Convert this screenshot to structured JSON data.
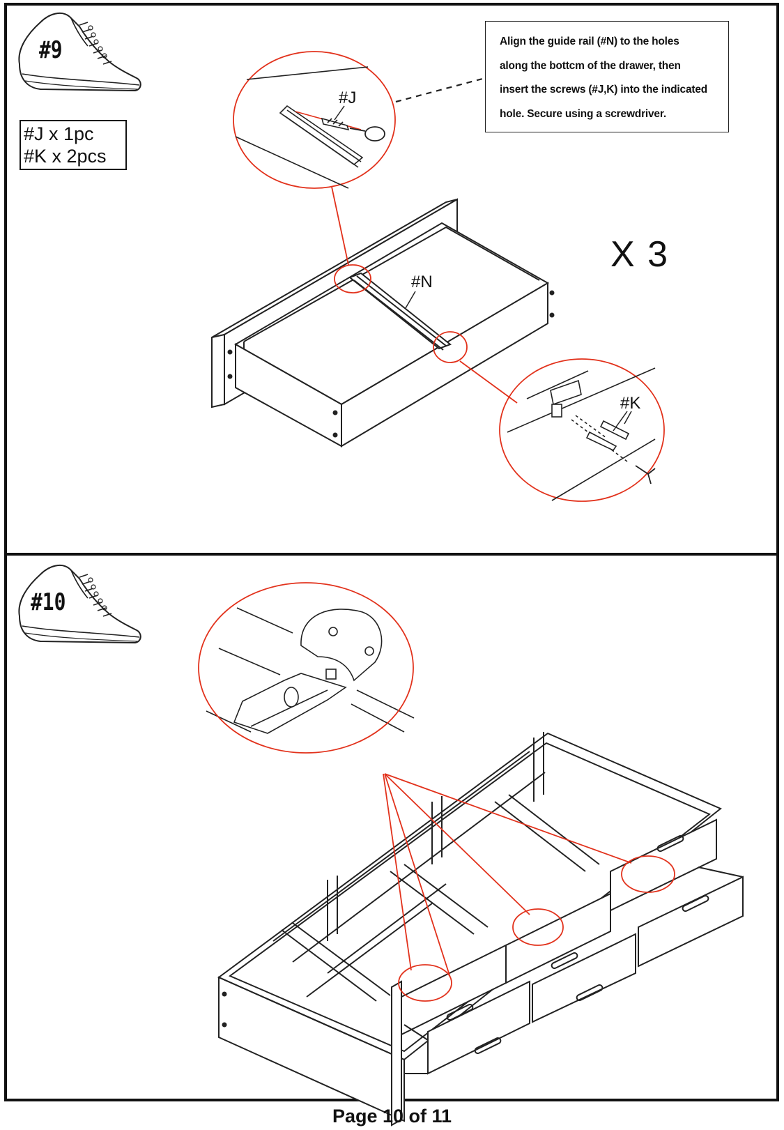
{
  "step9": {
    "label": "#9",
    "parts": [
      "#J x 1pc",
      "#K x 2pcs"
    ],
    "instruction": [
      "Align the guide rail (#N) to the holes",
      "along the bottcm of the drawer, then",
      "insert the screws (#J,K) into the indicated",
      "hole. Secure using a screwdriver."
    ],
    "multiplier": "X 3",
    "callout_j": "#J",
    "callout_k": "#K",
    "part_n": "#N"
  },
  "step10": {
    "label": "#10"
  },
  "footer": "Page 10 of  11",
  "colors": {
    "callout": "#e2321c",
    "line": "#111111"
  },
  "icons": [
    "sneaker-icon",
    "screwdriver-icon",
    "screw-icon"
  ]
}
